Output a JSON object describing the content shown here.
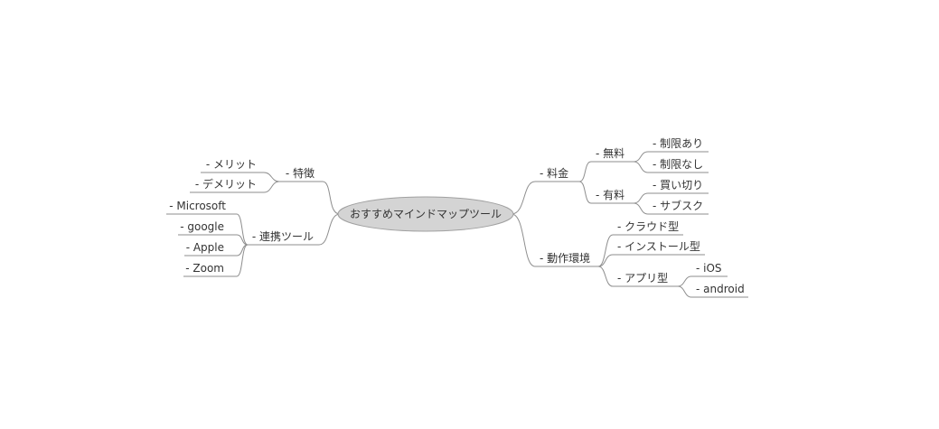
{
  "mindmap": {
    "root": {
      "label": "おすすめマインドマップツール"
    },
    "right_branches": [
      {
        "label": "- 料金",
        "children": [
          {
            "label": "- 無料",
            "children": [
              {
                "label": "- 制限あり"
              },
              {
                "label": "- 制限なし"
              }
            ]
          },
          {
            "label": "- 有料",
            "children": [
              {
                "label": "- 買い切り"
              },
              {
                "label": "- サブスク"
              }
            ]
          }
        ]
      },
      {
        "label": "- 動作環境",
        "children": [
          {
            "label": "- クラウド型"
          },
          {
            "label": "- インストール型"
          },
          {
            "label": "- アプリ型",
            "children": [
              {
                "label": "- iOS"
              },
              {
                "label": "- android"
              }
            ]
          }
        ]
      }
    ],
    "left_branches": [
      {
        "label": "- 特徴",
        "children": [
          {
            "label": "- メリット"
          },
          {
            "label": "- デメリット"
          }
        ]
      },
      {
        "label": "- 連携ツール",
        "children": [
          {
            "label": "- Microsoft"
          },
          {
            "label": "- google"
          },
          {
            "label": "- Apple"
          },
          {
            "label": "- Zoom"
          }
        ]
      }
    ]
  },
  "colors": {
    "text": "#333333",
    "connector": "#8e8e8e",
    "root_fill": "#d4d4d4",
    "root_stroke": "#a0a0a0",
    "background": "#ffffff"
  }
}
